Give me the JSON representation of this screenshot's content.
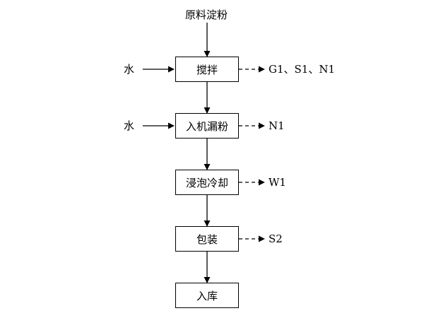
{
  "diagram": {
    "input_top": "原料淀粉",
    "water_1": "水",
    "water_2": "水",
    "steps": [
      "搅拌",
      "入机漏粉",
      "浸泡冷却",
      "包装",
      "入库"
    ],
    "outputs": [
      "G1、S1、N1",
      "N1",
      "W1",
      "S2"
    ]
  }
}
